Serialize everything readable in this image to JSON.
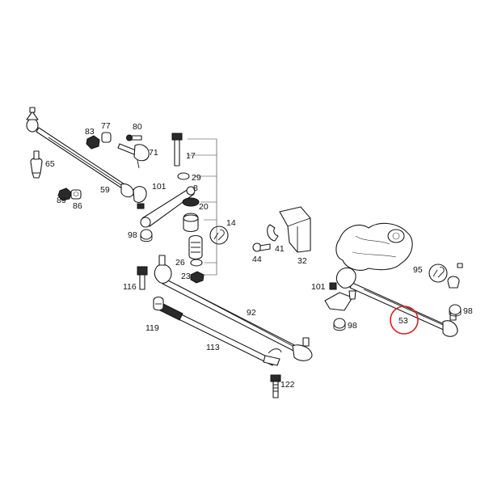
{
  "diagram": {
    "labels": {
      "p83": "83",
      "p77": "77",
      "p80": "80",
      "p71": "71",
      "p17": "17",
      "p65": "65",
      "p29": "29",
      "p59": "59",
      "p101a": "101",
      "p8": "8",
      "p89": "89",
      "p86": "86",
      "p20": "20",
      "p14": "14",
      "p98a": "98",
      "p44": "44",
      "p41": "41",
      "p32": "32",
      "p26": "26",
      "p23": "23",
      "p116": "116",
      "p95": "95",
      "p101b": "101",
      "p92": "92",
      "p98b": "98",
      "p119": "119",
      "p53": "53",
      "p98c": "98",
      "p113": "113",
      "p122": "122"
    },
    "highlighted_part": "53",
    "highlight_color": "#e02020"
  }
}
